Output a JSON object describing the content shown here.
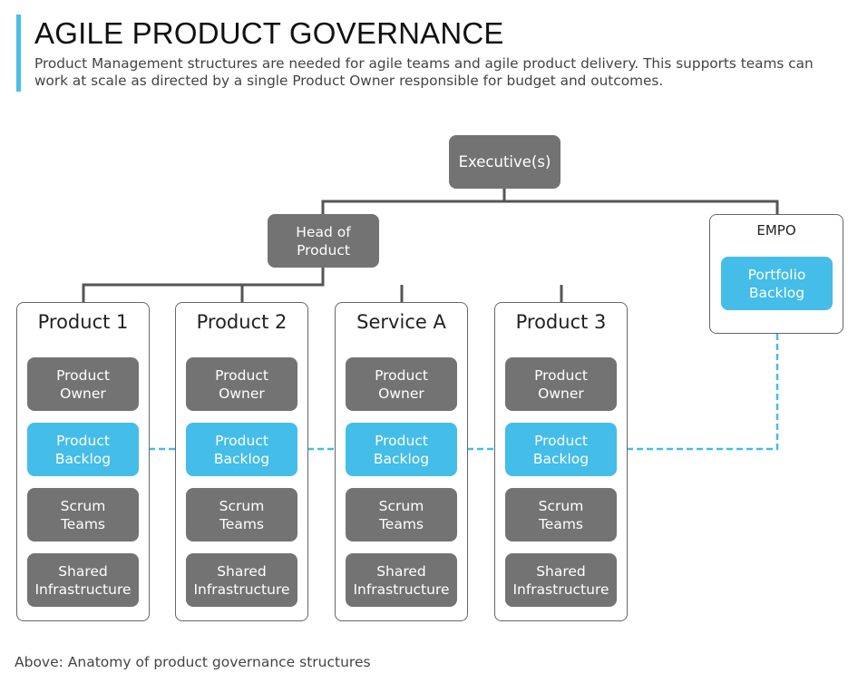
{
  "header": {
    "title": "AGILE PRODUCT GOVERNANCE",
    "subtitle": "Product Management structures are needed for agile teams and agile product delivery. This supports teams can work at scale as directed by a single Product Owner responsible for budget and outcomes."
  },
  "diagram": {
    "executive": "Executive(s)",
    "head_of_product": "Head of\nProduct",
    "empo": {
      "title": "EMPO",
      "backlog": "Portfolio\nBacklog"
    },
    "products": [
      {
        "title": "Product 1",
        "owner": "Product\nOwner",
        "backlog": "Product\nBacklog",
        "teams": "Scrum\nTeams",
        "infra": "Shared\nInfrastructure"
      },
      {
        "title": "Product 2",
        "owner": "Product\nOwner",
        "backlog": "Product\nBacklog",
        "teams": "Scrum\nTeams",
        "infra": "Shared\nInfrastructure"
      },
      {
        "title": "Service A",
        "owner": "Product\nOwner",
        "backlog": "Product\nBacklog",
        "teams": "Scrum\nTeams",
        "infra": "Shared\nInfrastructure"
      },
      {
        "title": "Product 3",
        "owner": "Product\nOwner",
        "backlog": "Product\nBacklog",
        "teams": "Scrum\nTeams",
        "infra": "Shared\nInfrastructure"
      }
    ]
  },
  "caption": "Above: Anatomy of product governance structures",
  "colors": {
    "accent": "#4dbde8",
    "node_gray": "#737373",
    "node_blue": "#44bde8",
    "connector": "#555555"
  }
}
